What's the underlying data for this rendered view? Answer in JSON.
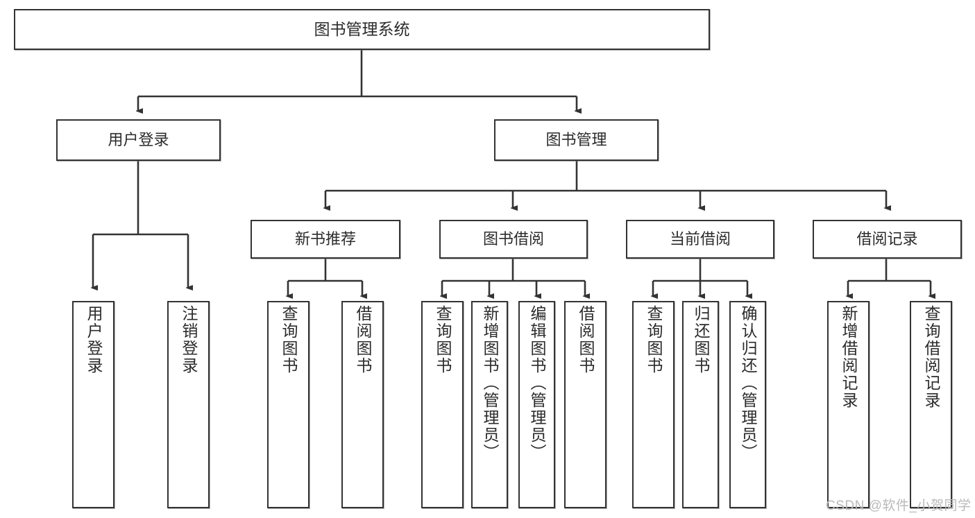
{
  "diagram": {
    "title": "图书管理系统",
    "type": "tree-hierarchy",
    "theme": {
      "background": "#ffffff",
      "box_border": "#333333",
      "box_fill": "#ffffff",
      "text": "#2b2b2b",
      "edge": "#333333",
      "watermark": "#b9b9b9"
    },
    "nodes": {
      "root": {
        "label": "图书管理系统"
      },
      "level1": [
        {
          "label": "用户登录"
        },
        {
          "label": "图书管理"
        }
      ],
      "level2": [
        {
          "label": "新书推荐"
        },
        {
          "label": "图书借阅"
        },
        {
          "label": "当前借阅"
        },
        {
          "label": "借阅记录"
        }
      ],
      "leaves": {
        "user_login": [
          {
            "label": "用户登录"
          },
          {
            "label": "注销登录"
          }
        ],
        "new_book_recommend": [
          {
            "label": "查询图书"
          },
          {
            "label": "借阅图书"
          }
        ],
        "book_borrow": [
          {
            "label": "查询图书"
          },
          {
            "label": "新增图书（管理员）"
          },
          {
            "label": "编辑图书（管理员）"
          },
          {
            "label": "借阅图书"
          }
        ],
        "current_borrow": [
          {
            "label": "查询图书"
          },
          {
            "label": "归还图书"
          },
          {
            "label": "确认归还（管理员）"
          }
        ],
        "borrow_record": [
          {
            "label": "新增借阅记录"
          },
          {
            "label": "查询借阅记录"
          }
        ]
      }
    },
    "watermark": "CSDN @软件_小贺同学"
  }
}
